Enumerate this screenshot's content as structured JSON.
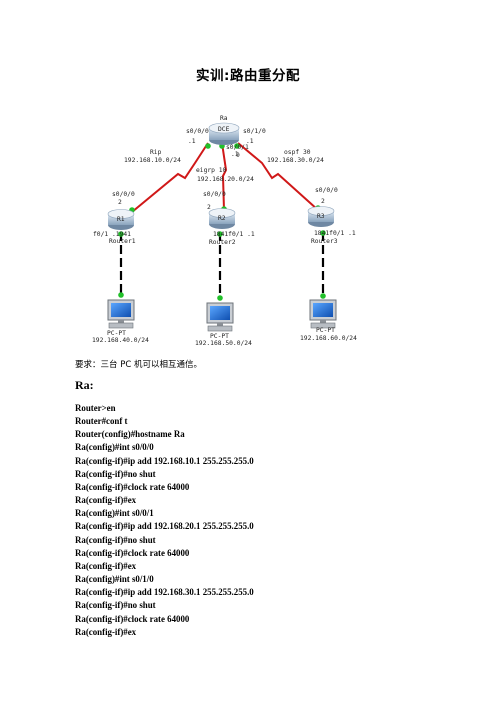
{
  "doc": {
    "title": "实训:路由重分配",
    "requirement": "要求：三台 PC 机可以相互通信。",
    "section": "Ra:"
  },
  "diagram": {
    "top_router": {
      "name": "Ra",
      "badge": "DCE"
    },
    "routers": [
      {
        "icon": "R1",
        "name": "Router1"
      },
      {
        "icon": "R2",
        "name": "Router2"
      },
      {
        "icon": "R3",
        "name": "Router3"
      }
    ],
    "pcs": [
      {
        "label": "PC-PT",
        "net": "192.168.40.0/24"
      },
      {
        "label": "PC-PT",
        "net": "192.168.50.0/24"
      },
      {
        "label": "PC-PT",
        "net": "192.168.60.0/24"
      }
    ],
    "labels": {
      "ra_s000": "s0/0/0",
      "ra_s000_n": ".1",
      "ra_s010": "s0/1/0",
      "ra_s010_n": ".1",
      "ra_s001": "s0/0/1",
      "ra_s001_n": ".1",
      "ra_s001_b": "0",
      "rip": "Rip",
      "rip_net": "192.168.10.0/24",
      "eigrp": "eigrp 10",
      "eigrp_net": "192.168.20.0/24",
      "ospf": "ospf 30",
      "ospf_net": "192.168.30.0/24",
      "r1_s000": "s0/0/0",
      "r1_s000_n": "2",
      "r2_s000": "s0/0/0",
      "r2_s000_n": "2",
      "r3_s000": "s0/0/0",
      "r3_s000_n": "2",
      "r1_f01": "f0/1 .1941",
      "r2_f01": "1841f0/1 .1",
      "r3_f01": "1841f0/1 .1"
    },
    "colors": {
      "serial": "#d01818",
      "ethernet": "#000000",
      "port": "#22c02a"
    }
  },
  "commands": [
    "Router>en",
    "Router#conf t",
    "Router(config)#hostname Ra",
    "Ra(config)#int s0/0/0",
    "Ra(config-if)#ip add 192.168.10.1 255.255.255.0",
    "Ra(config-if)#no shut",
    "Ra(config-if)#clock rate 64000",
    "Ra(config-if)#ex",
    "Ra(config)#int s0/0/1",
    "Ra(config-if)#ip add 192.168.20.1 255.255.255.0",
    "Ra(config-if)#no shut",
    "Ra(config-if)#clock rate 64000",
    "Ra(config-if)#ex",
    "Ra(config)#int s0/1/0",
    "Ra(config-if)#ip add 192.168.30.1 255.255.255.0",
    "Ra(config-if)#no shut",
    "Ra(config-if)#clock rate 64000",
    "Ra(config-if)#ex"
  ]
}
